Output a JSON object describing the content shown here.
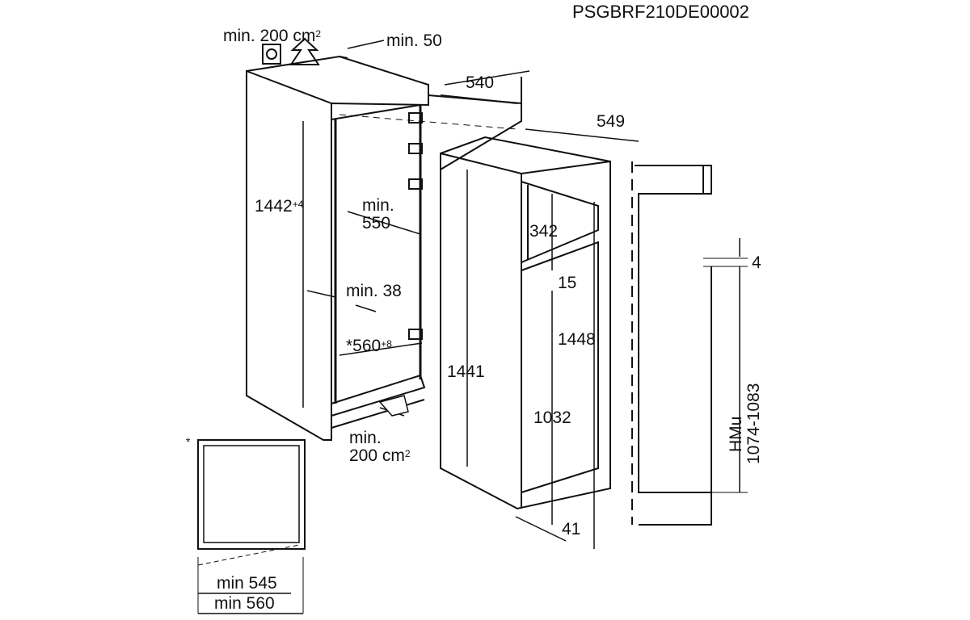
{
  "doc_code": "PSGBRF210DE00002",
  "labels": {
    "vent_top": "min. 200 cm",
    "vent_top_sup": "2",
    "min_50": "min. 50",
    "d540": "540",
    "d549": "549",
    "niche_height": "1442",
    "niche_height_sup": "+4",
    "min550_a": "min.",
    "min550_b": "550",
    "d342": "342",
    "d15": "15",
    "min38": "min. 38",
    "d1448": "1448",
    "niche_width": "*560",
    "niche_width_sup": "+8",
    "d1441": "1441",
    "d1032": "1032",
    "vent_bottom_a": "min.",
    "vent_bottom_b": "200 cm",
    "vent_bottom_sup": "2",
    "d4": "4",
    "hmu_a": "HMu",
    "hmu_b": "1074-1083",
    "d41": "41",
    "asterisk": "*",
    "min545": "min 545",
    "min560": "min 560"
  }
}
